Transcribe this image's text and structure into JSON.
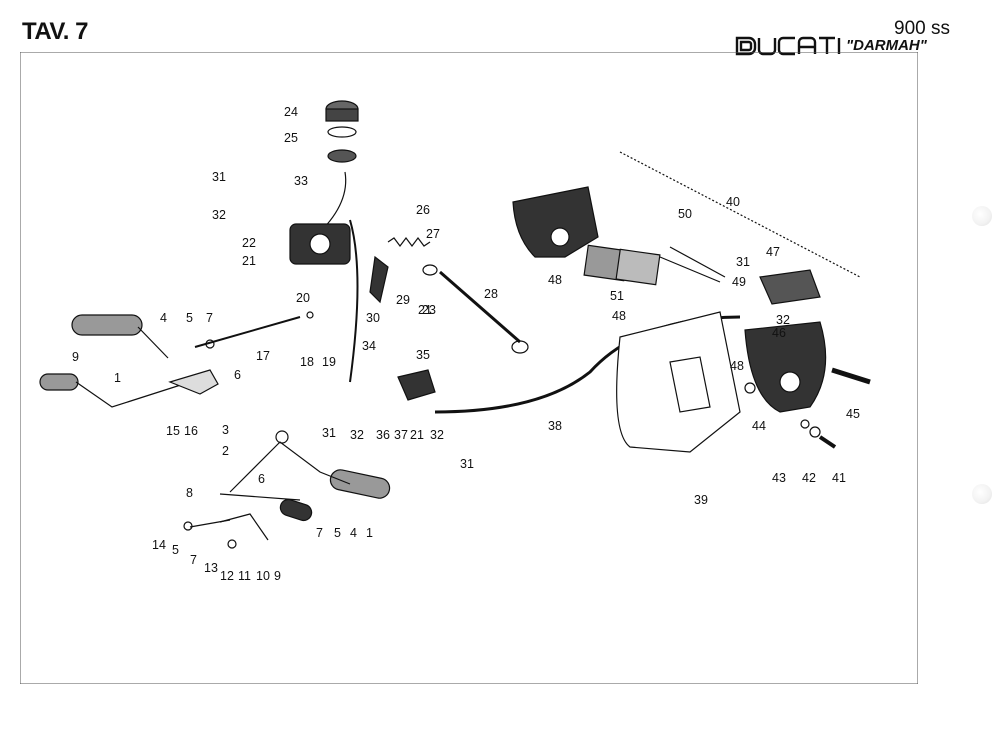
{
  "header": {
    "plate": "TAV. 7",
    "model": "900 ss",
    "brand": "DUCATI",
    "variant": "\"DARMAH\""
  },
  "diagram": {
    "callouts": [
      "1",
      "1",
      "2",
      "3",
      "4",
      "4",
      "5",
      "5",
      "5",
      "6",
      "6",
      "7",
      "7",
      "7",
      "8",
      "9",
      "9",
      "10",
      "11",
      "12",
      "13",
      "14",
      "15",
      "16",
      "17",
      "18",
      "19",
      "20",
      "21",
      "21",
      "21",
      "22",
      "23",
      "24",
      "25",
      "26",
      "27",
      "28",
      "29",
      "30",
      "31",
      "31",
      "31",
      "31",
      "32",
      "32",
      "32",
      "32",
      "33",
      "34",
      "35",
      "36",
      "37",
      "38",
      "39",
      "40",
      "41",
      "42",
      "43",
      "44",
      "45",
      "46",
      "47",
      "48",
      "48",
      "48",
      "49",
      "50",
      "51"
    ]
  }
}
